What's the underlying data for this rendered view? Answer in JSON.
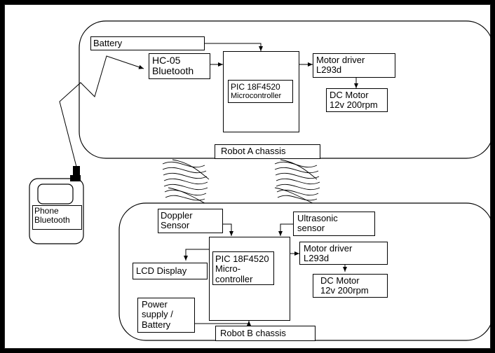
{
  "robot_a": {
    "chassis_label": "Robot A  chassis",
    "battery": "Battery",
    "bluetooth": [
      "HC-05",
      "Bluetooth"
    ],
    "mcu": [
      "PIC 18F4520",
      "Microcontroller"
    ],
    "motor_driver": [
      "Motor driver",
      "L293d"
    ],
    "dc_motor": [
      "DC Motor",
      "12v 200rpm"
    ]
  },
  "robot_b": {
    "chassis_label": "Robot B chassis",
    "doppler": [
      "Doppler",
      "Sensor"
    ],
    "ultrasonic": [
      "Ultrasonic",
      "sensor"
    ],
    "lcd": "LCD Display",
    "mcu": [
      "PIC 18F4520",
      "Micro-",
      "controller"
    ],
    "motor_driver": [
      "Motor driver",
      "L293d"
    ],
    "dc_motor": [
      "DC Motor",
      "12v 200rpm"
    ],
    "power": [
      "Power",
      "supply /",
      "Battery"
    ]
  },
  "phone": [
    "Phone",
    "Bluetooth"
  ]
}
